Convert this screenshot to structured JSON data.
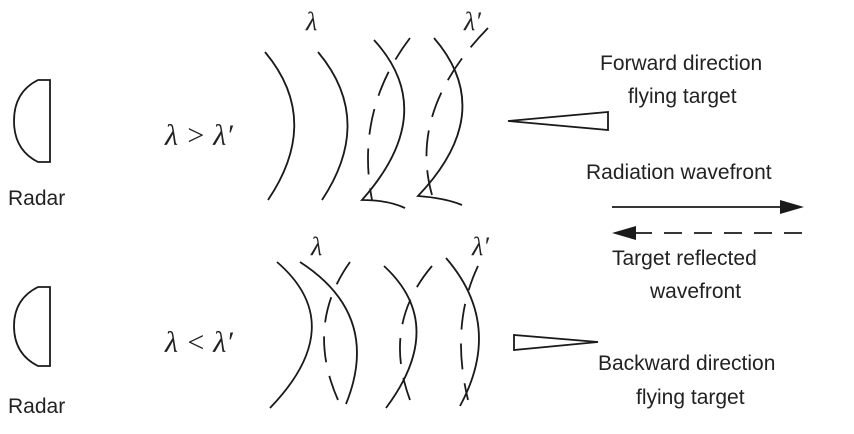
{
  "top": {
    "radar_label": "Radar",
    "relation": "λ > λ′",
    "lambda_left": "λ",
    "lambda_right": "λ′",
    "target_label_line1": "Forward direction",
    "target_label_line2": "flying target"
  },
  "bottom": {
    "radar_label": "Radar",
    "relation": "λ < λ′",
    "lambda_left": "λ",
    "lambda_right": "λ′",
    "target_label_line1": "Backward direction",
    "target_label_line2": "flying target"
  },
  "legend": {
    "radiation_label": "Radiation wavefront",
    "reflected_label_line1": "Target reflected",
    "reflected_label_line2": "wavefront"
  }
}
